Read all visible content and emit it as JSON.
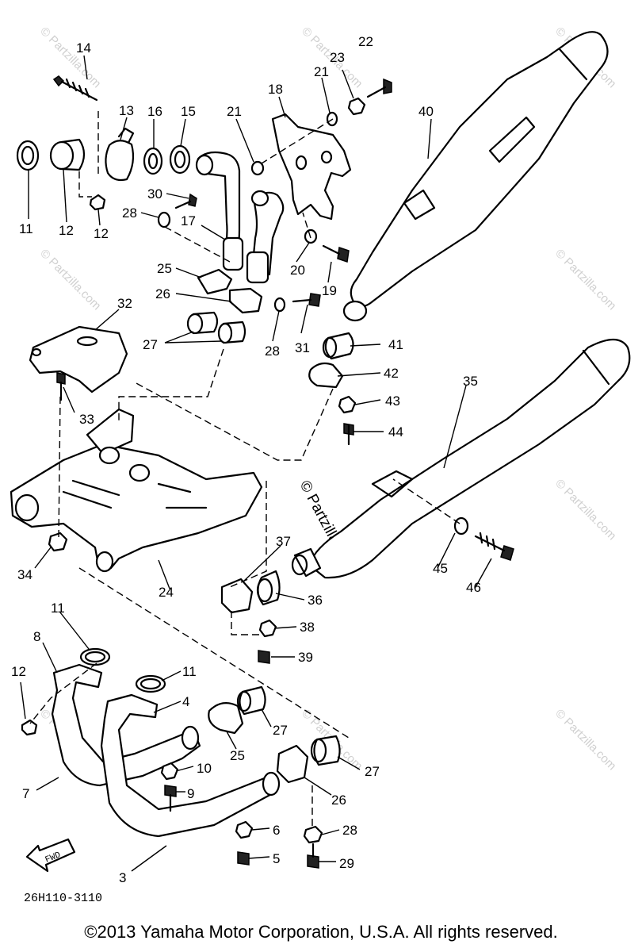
{
  "diagram": {
    "callouts": [
      {
        "id": "c14",
        "label": "14"
      },
      {
        "id": "c13",
        "label": "13"
      },
      {
        "id": "c16",
        "label": "16"
      },
      {
        "id": "c15",
        "label": "15"
      },
      {
        "id": "c21a",
        "label": "21"
      },
      {
        "id": "c18",
        "label": "18"
      },
      {
        "id": "c21b",
        "label": "21"
      },
      {
        "id": "c23",
        "label": "23"
      },
      {
        "id": "c22",
        "label": "22"
      },
      {
        "id": "c40",
        "label": "40"
      },
      {
        "id": "c11a",
        "label": "11"
      },
      {
        "id": "c12a",
        "label": "12"
      },
      {
        "id": "c12b",
        "label": "12"
      },
      {
        "id": "c30",
        "label": "30"
      },
      {
        "id": "c28a",
        "label": "28"
      },
      {
        "id": "c17",
        "label": "17"
      },
      {
        "id": "c20",
        "label": "20"
      },
      {
        "id": "c19",
        "label": "19"
      },
      {
        "id": "c25a",
        "label": "25"
      },
      {
        "id": "c26a",
        "label": "26"
      },
      {
        "id": "c32",
        "label": "32"
      },
      {
        "id": "c27a",
        "label": "27"
      },
      {
        "id": "c28b",
        "label": "28"
      },
      {
        "id": "c31",
        "label": "31"
      },
      {
        "id": "c41",
        "label": "41"
      },
      {
        "id": "c42",
        "label": "42"
      },
      {
        "id": "c35",
        "label": "35"
      },
      {
        "id": "c43",
        "label": "43"
      },
      {
        "id": "c44",
        "label": "44"
      },
      {
        "id": "c33",
        "label": "33"
      },
      {
        "id": "c34",
        "label": "34"
      },
      {
        "id": "c24",
        "label": "24"
      },
      {
        "id": "c37",
        "label": "37"
      },
      {
        "id": "c36",
        "label": "36"
      },
      {
        "id": "c45",
        "label": "45"
      },
      {
        "id": "c46",
        "label": "46"
      },
      {
        "id": "c38",
        "label": "38"
      },
      {
        "id": "c39",
        "label": "39"
      },
      {
        "id": "c11b",
        "label": "11"
      },
      {
        "id": "c8",
        "label": "8"
      },
      {
        "id": "c11c",
        "label": "11"
      },
      {
        "id": "c12c",
        "label": "12"
      },
      {
        "id": "c4",
        "label": "4"
      },
      {
        "id": "c27b",
        "label": "27"
      },
      {
        "id": "c25b",
        "label": "25"
      },
      {
        "id": "c10",
        "label": "10"
      },
      {
        "id": "c27c",
        "label": "27"
      },
      {
        "id": "c9",
        "label": "9"
      },
      {
        "id": "c26b",
        "label": "26"
      },
      {
        "id": "c7",
        "label": "7"
      },
      {
        "id": "c6",
        "label": "6"
      },
      {
        "id": "c28c",
        "label": "28"
      },
      {
        "id": "c5",
        "label": "5"
      },
      {
        "id": "c29",
        "label": "29"
      },
      {
        "id": "c3",
        "label": "3"
      }
    ],
    "fwd_label": "FWD",
    "diagram_code": "26H110-3110",
    "watermark": "© Partzilla.com",
    "copyright": "©2013 Yamaha Motor Corporation, U.S.A. All rights reserved."
  }
}
